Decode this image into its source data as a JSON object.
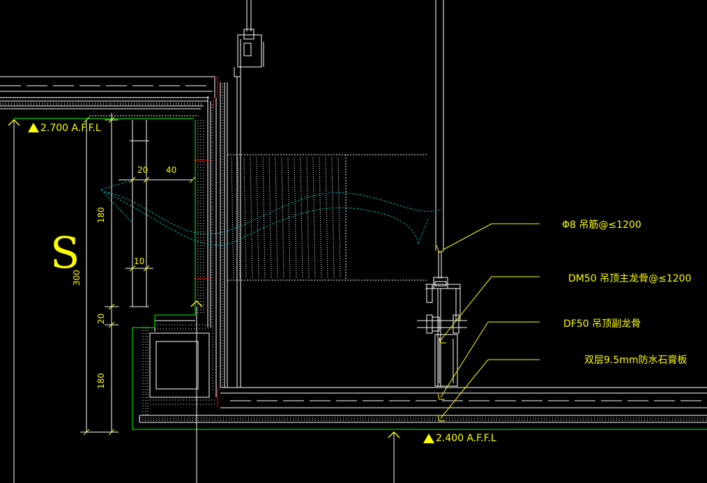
{
  "colors": {
    "background": "#000000",
    "outline": "#ffffff",
    "annotation": "#ffff00",
    "section_line": "#00ff00",
    "airflow": "#00aaaa",
    "cut_edge": "#ff0000"
  },
  "elevations": {
    "upper": "2.700 A.F.F.L",
    "lower": "2.400 A.F.F.L"
  },
  "dimensions": {
    "width_20": "20",
    "width_40": "40",
    "height_180_top": "180",
    "width_10": "10",
    "total_300": "300",
    "height_20": "20",
    "height_180_bottom": "180"
  },
  "symbol": "S",
  "callouts": [
    {
      "text": "Φ8 吊筋@≤1200"
    },
    {
      "text": "DM50 吊顶主龙骨@≤1200"
    },
    {
      "text": "DF50 吊顶副龙骨"
    },
    {
      "text": "双层9.5mm防水石膏板"
    }
  ]
}
